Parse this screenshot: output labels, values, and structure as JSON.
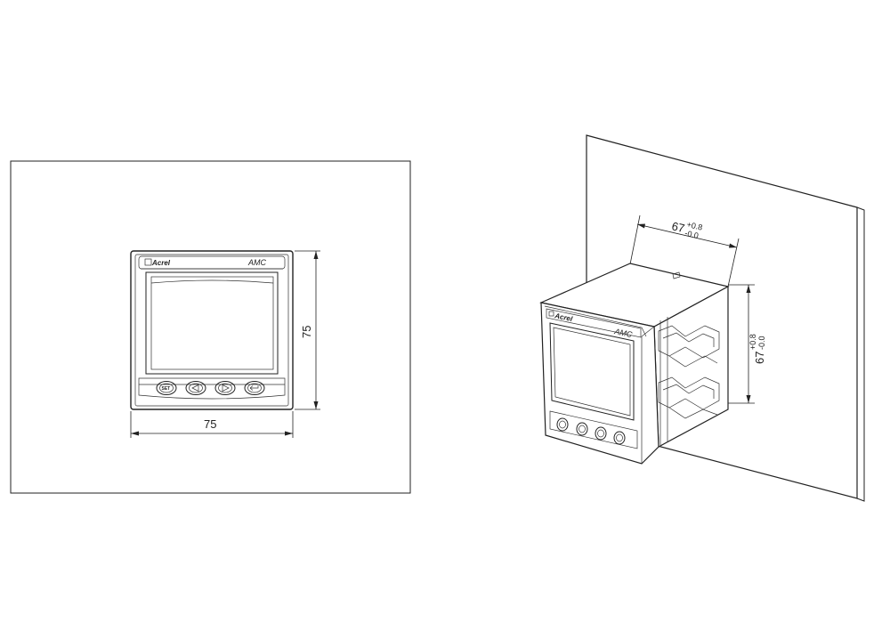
{
  "front_view": {
    "brand_logo_text": "Acrel",
    "model_text": "AMC",
    "width_dimension": "75",
    "height_dimension": "75",
    "buttons": [
      "SET",
      "left-arrow",
      "right-arrow",
      "enter"
    ],
    "set_button_label": "SET"
  },
  "side_view": {
    "brand_logo_text": "Acrel",
    "model_text": "AMC",
    "cutout_width": {
      "base": "67",
      "tol_plus": "+0.8",
      "tol_minus": "-0.0"
    },
    "cutout_height": {
      "base": "67",
      "tol_plus": "+0.8",
      "tol_minus": "-0.0"
    }
  }
}
